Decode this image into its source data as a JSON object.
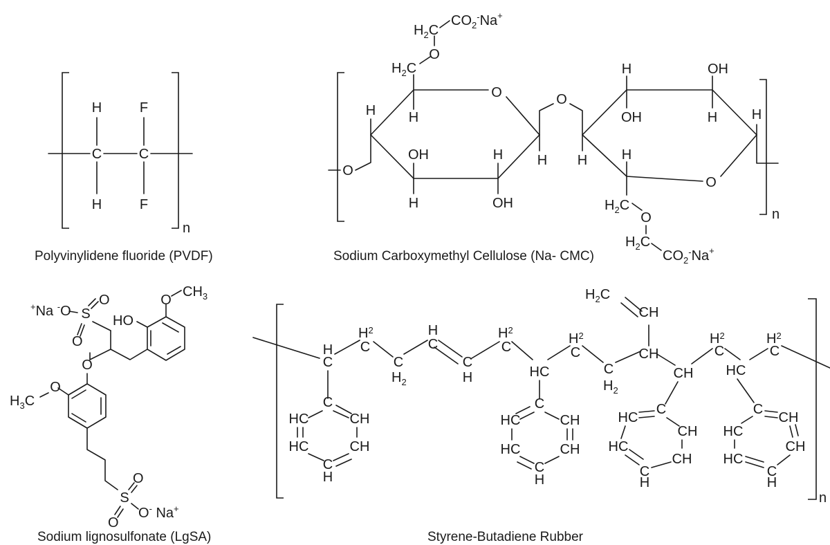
{
  "captions": {
    "pvdf": "Polyvinylidene fluoride (PVDF)",
    "cmc": "Sodium Carboxymethyl Cellulose (Na- CMC)",
    "lgsa": "Sodium lignosulfonate (LgSA)",
    "sbr": "Styrene-Butadiene Rubber"
  },
  "labels": {
    "H": "H",
    "F": "F",
    "C": "C",
    "O": "O",
    "n": "n",
    "OH": "OH",
    "HO": "HO",
    "S": "S",
    "Na": "Na",
    "CH": "CH",
    "HC": "HC",
    "CO": "CO",
    "H2C": "H2C",
    "H3C": "H3C"
  }
}
